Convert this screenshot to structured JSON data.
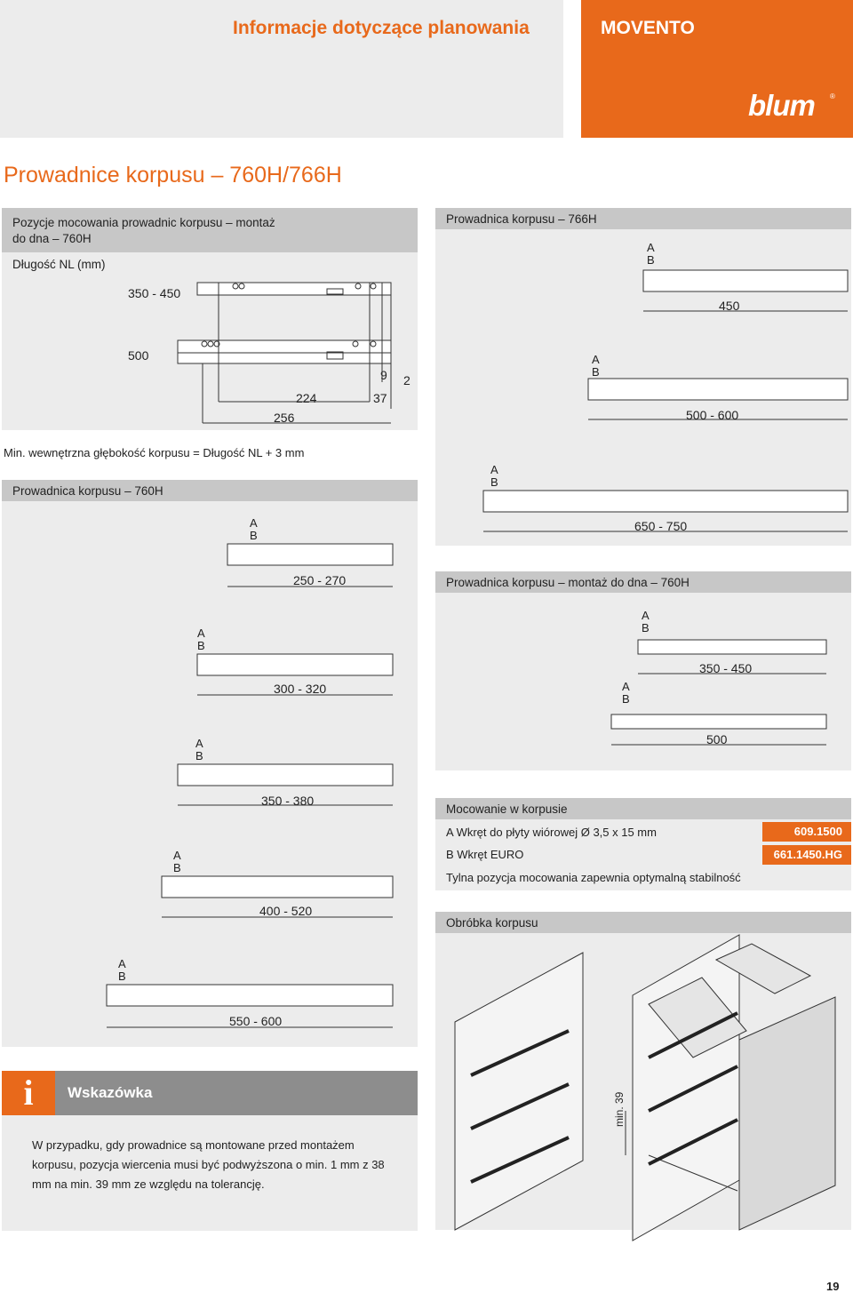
{
  "header": {
    "section_title": "Informacje dotyczące planowania",
    "series": "MOVENTO",
    "brand": "blum",
    "brand_mark": "®"
  },
  "page_title": "Prowadnice korpusu – 760H/766H",
  "left_panel": {
    "title": "Pozycje mocowania prowadnic korpusu – montaż do dna – 760H",
    "subtitle": "Długość NL (mm)",
    "rows": [
      "350 - 450",
      "500"
    ],
    "dims": [
      "224",
      "256",
      "9",
      "37",
      "2"
    ]
  },
  "note_depth": "Min. wewnętrzna głębokość korpusu = Długość NL + 3 mm",
  "panel_760h": {
    "title": "Prowadnica korpusu – 760H",
    "ranges": [
      "250 - 270",
      "300 - 320",
      "350 - 380",
      "400 - 520",
      "550 - 600"
    ]
  },
  "panel_766h": {
    "title": "Prowadnica korpusu – 766H",
    "ranges": [
      "450",
      "500 - 600",
      "650 - 750"
    ]
  },
  "panel_760h_bottom": {
    "title": "Prowadnica korpusu – montaż do dna – 760H",
    "ranges": [
      "350 - 450",
      "500"
    ]
  },
  "screw_labels": {
    "a": "A",
    "b": "B"
  },
  "mounting": {
    "title": "Mocowanie w korpusie",
    "items": [
      {
        "label": "A  Wkręt do płyty wiórowej Ø 3,5 x 15 mm",
        "code": "609.1500"
      },
      {
        "label": "B  Wkręt EURO",
        "code": "661.1450.HG"
      }
    ],
    "note": "Tylna pozycja mocowania zapewnia optymalną stabilność"
  },
  "cabinet": {
    "title": "Obróbka korpusu",
    "dim_label": "min. 39"
  },
  "hint": {
    "icon": "i",
    "title": "Wskazówka",
    "text": "W przypadku, gdy prowadnice są montowane przed montażem korpusu, pozycja wiercenia musi być podwyższona o min. 1 mm z 38 mm na min. 39 mm ze względu na tolerancję."
  },
  "page_number": "19",
  "colors": {
    "accent": "#e8691b",
    "panel": "#ececec",
    "header_gray": "#c7c7c7"
  }
}
